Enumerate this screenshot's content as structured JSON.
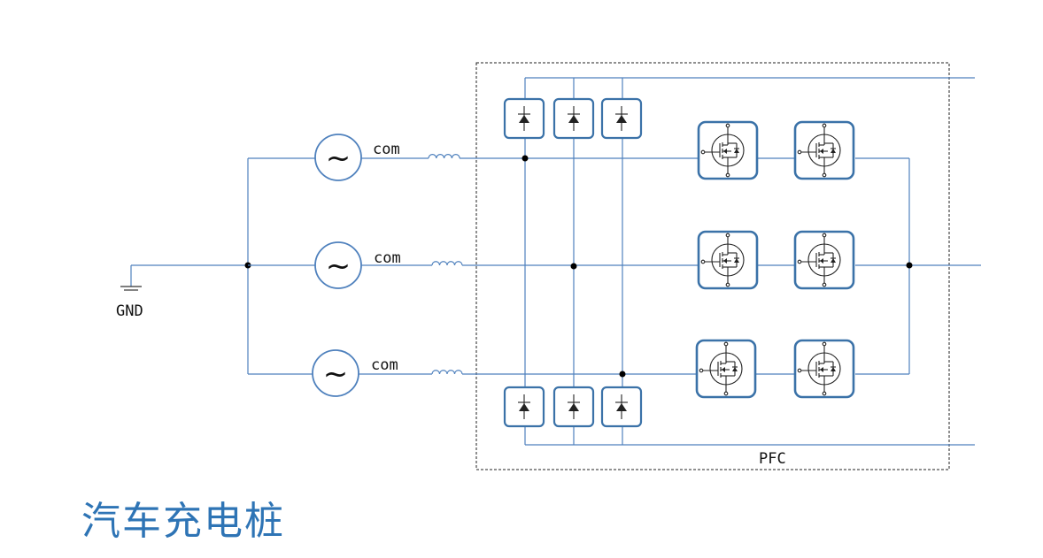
{
  "diagram": {
    "ground_label": "GND",
    "sources": [
      {
        "symbol": "~",
        "label": "com"
      },
      {
        "symbol": "~",
        "label": "com"
      },
      {
        "symbol": "~",
        "label": "com"
      }
    ],
    "block_label": "PFC",
    "upper_diode_count": 3,
    "lower_diode_count": 3,
    "mosfet_rows": 3,
    "mosfet_cols": 2,
    "colors": {
      "wire": "#4f81bd",
      "component_border": "#3b72a8",
      "title": "#2e74b5"
    }
  },
  "page": {
    "title": "汽车充电桩"
  }
}
